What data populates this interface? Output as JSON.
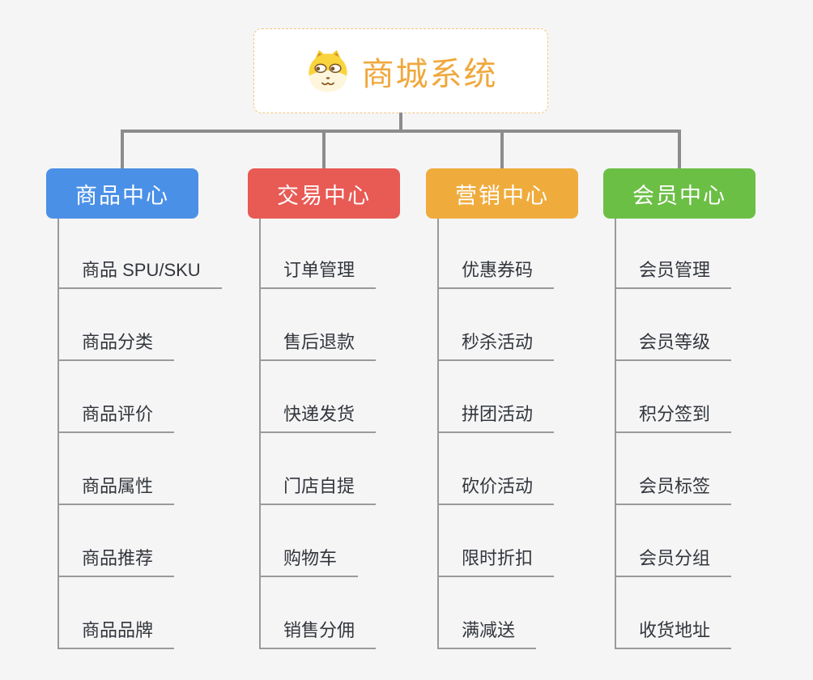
{
  "root": {
    "title": "商城系统",
    "icon": "doge-mascot-icon",
    "title_color": "#f0a83c",
    "border_color": "#f2c67e"
  },
  "colors": {
    "background": "#f5f5f5",
    "connector": "#8c8c8c",
    "leaf_line": "#9a9a9a",
    "leaf_text": "#32363c"
  },
  "branches": [
    {
      "label": "商品中心",
      "color": "#4a90e6",
      "children": [
        "商品 SPU/SKU",
        "商品分类",
        "商品评价",
        "商品属性",
        "商品推荐",
        "商品品牌"
      ]
    },
    {
      "label": "交易中心",
      "color": "#e85a54",
      "children": [
        "订单管理",
        "售后退款",
        "快递发货",
        "门店自提",
        "购物车",
        "销售分佣"
      ]
    },
    {
      "label": "营销中心",
      "color": "#efac3d",
      "children": [
        "优惠券码",
        "秒杀活动",
        "拼团活动",
        "砍价活动",
        "限时折扣",
        "满减送"
      ]
    },
    {
      "label": "会员中心",
      "color": "#6cbf45",
      "children": [
        "会员管理",
        "会员等级",
        "积分签到",
        "会员标签",
        "会员分组",
        "收货地址"
      ]
    }
  ]
}
